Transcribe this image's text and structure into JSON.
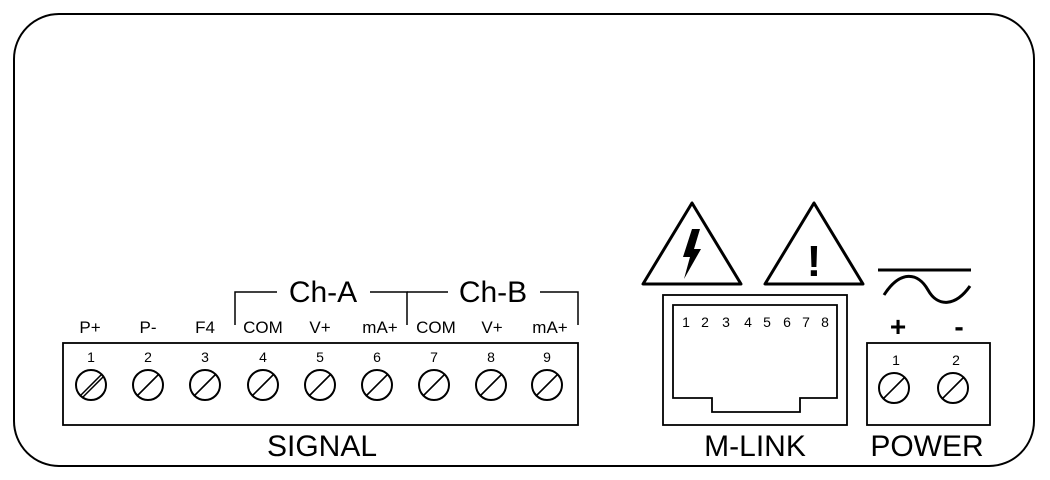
{
  "signal": {
    "label": "SIGNAL",
    "group_a": "Ch-A",
    "group_b": "Ch-B",
    "terminals": [
      {
        "number": "1",
        "label": "P+"
      },
      {
        "number": "2",
        "label": "P-"
      },
      {
        "number": "3",
        "label": "F4"
      },
      {
        "number": "4",
        "label": "COM"
      },
      {
        "number": "5",
        "label": "V+"
      },
      {
        "number": "6",
        "label": "mA+"
      },
      {
        "number": "7",
        "label": "COM"
      },
      {
        "number": "8",
        "label": "V+"
      },
      {
        "number": "9",
        "label": "mA+"
      }
    ]
  },
  "mlink": {
    "label": "M-LINK",
    "pins": [
      "1",
      "2",
      "3",
      "4",
      "5",
      "6",
      "7",
      "8"
    ]
  },
  "power": {
    "label": "POWER",
    "plus": "+",
    "minus": "-",
    "terminals": [
      {
        "number": "1"
      },
      {
        "number": "2"
      }
    ]
  },
  "warnings": {
    "exclamation": "!"
  }
}
